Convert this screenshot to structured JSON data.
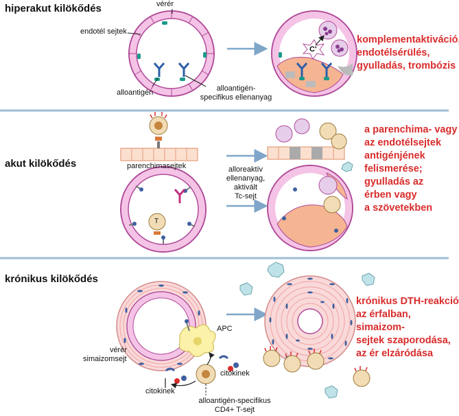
{
  "sections": {
    "hyperacute": {
      "title": "hiperakut kilökődés",
      "label_vessel": "vérér",
      "label_endothelium": "endotél sejtek",
      "label_alloantigen": "alloantigén",
      "label_antibody_l1": "alloantigén-",
      "label_antibody_l2": "specifikus ellenanyag",
      "complement_mark": "C'",
      "outcome_l1": "komplementaktiváció,",
      "outcome_l2": "endotélsérülés,",
      "outcome_l3": "gyulladás, trombózis"
    },
    "acute": {
      "title": "akut kilökődés",
      "label_parenchyma": "parenchimasejtek",
      "t_cell_mark": "T",
      "mid_l1": "alloreaktív",
      "mid_l2": "ellenanyag,",
      "mid_l3": "aktivált",
      "mid_l4": "Tc-sejt",
      "outcome_l1": "a parenchima- vagy",
      "outcome_l2": "az endotélsejtek",
      "outcome_l3": "antigénjének",
      "outcome_l4": "felismerése;",
      "outcome_l5": "gyulladás az",
      "outcome_l6": "érben vagy",
      "outcome_l7": "a szövetekben"
    },
    "chronic": {
      "title": "krónikus kilökődés",
      "label_apc": "APC",
      "label_vessel_l1": "vérér",
      "label_vessel_l2": "simaizomsejt",
      "label_cytokines_1": "citokinek",
      "label_cytokines_2": "citokinek",
      "label_tcell_l1": "alloantigén-specifikus",
      "label_tcell_l2": "CD4+ T-sejt",
      "outcome_l1": "krónikus DTH-reakció",
      "outcome_l2": "az érfalban, simaizom-",
      "outcome_l3": "sejtek szaporodása,",
      "outcome_l4": "az ér elzáródása"
    }
  },
  "colors": {
    "outcome_text": "#d92b2b",
    "divider": "#9dbdd6",
    "arrow": "#7fa6c9",
    "endothelium_fill": "#f4c3e6",
    "endothelium_stroke": "#b04a98",
    "antibody": "#2c5fa8",
    "alloantigen": "#1a9a8a",
    "tissue_damage": "#f5b592",
    "neutrophil": "#e6cdea",
    "t_cell": "#f2dcb5",
    "smooth_muscle": "#f0a3a3",
    "nuclei": "#3f5f9f"
  },
  "icons": [
    "endothelial-cell-icon",
    "antibody-icon",
    "neutrophil-icon",
    "t-cell-icon",
    "macrophage-icon",
    "apc-icon",
    "cytokine-icon",
    "arrow-icon"
  ]
}
